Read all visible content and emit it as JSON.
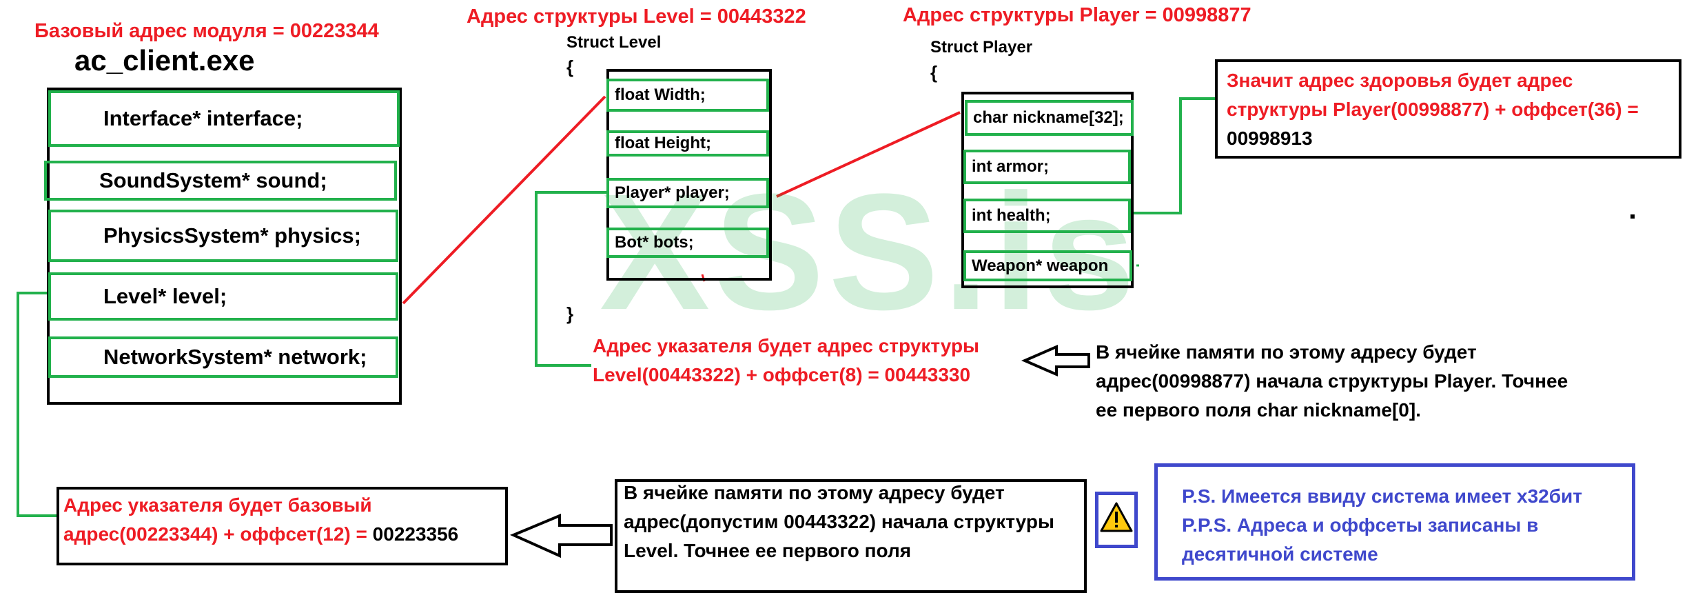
{
  "titles": {
    "module_base": "Базовый адрес модуля = 00223344",
    "level_struct_addr": "Адрес структуры Level = 00443322",
    "player_struct_addr": "Адрес структуры Player = 00998877"
  },
  "module": {
    "name": "ac_client.exe",
    "fields": [
      "Interface* interface;",
      "SoundSystem* sound;",
      "PhysicsSystem* physics;",
      "Level* level;",
      "NetworkSystem* network;"
    ]
  },
  "level_struct": {
    "title": "Struct Level",
    "open_brace": "{",
    "close_brace": "}",
    "fields": [
      "float Width;",
      "float Height;",
      "Player* player;",
      "Bot* bots;"
    ]
  },
  "player_struct": {
    "title": "Struct Player",
    "open_brace": "{",
    "fields": [
      "char nickname[32];",
      "int armor;",
      "int health;",
      "Weapon* weapon"
    ]
  },
  "notes": {
    "health": {
      "red": "Значит адрес здоровья будет адрес структуры Player(00998877) + оффсет(36) =",
      "black": "00998913"
    },
    "level_pointer": "Адрес указателя будет адрес структуры Level(00443322) + оффсет(8) = 00443330",
    "player_memory": "В ячейке памяти по этому адресу будет адрес(00998877) начала структуры Player. Точнее ее первого поля char nickname[0].",
    "module_pointer": {
      "red": "Адрес указателя будет базовый адрес(00223344) + оффсет(12) =",
      "black": "00223356"
    },
    "level_memory": "В ячейке памяти по этому адресу будет адрес(допустим 00443322) начала структуры Level. Точнее ее первого поля",
    "ps": "P.S. Имеется ввиду система имеет x32бит",
    "pps": "P.P.S. Адреса и оффсеты записаны в десятичной системе"
  },
  "watermark": "XSS.is",
  "colors": {
    "red": "#ee1c24",
    "green": "#22b14c",
    "blue": "#3f48cc",
    "warning_yellow": "#ffc90e"
  },
  "icons": [
    "warning-icon",
    "left-arrow-icon"
  ]
}
